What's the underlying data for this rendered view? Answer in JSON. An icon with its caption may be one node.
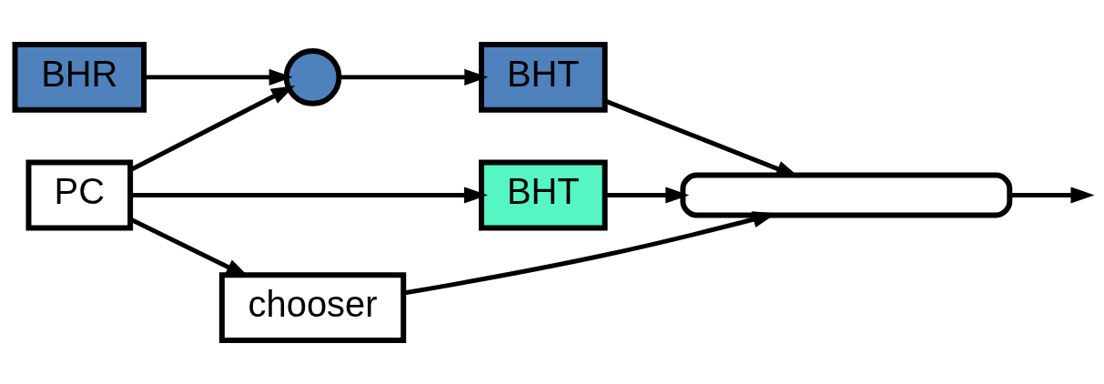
{
  "diagram": {
    "nodes": [
      {
        "text": [
          "PC"
        ]
      },
      {
        "text": [
          "BHR"
        ]
      },
      {
        "text": [],
        "shape": "circle"
      },
      {
        "text": [
          "BHT"
        ]
      },
      {
        "text": [
          "BHT"
        ]
      },
      {
        "text": [
          "chooser"
        ]
      },
      {
        "text": [],
        "shape": "oval"
      }
    ],
    "edges": [
      {
        "from": 0,
        "to": 2,
        "arrow": "to"
      },
      {
        "from": 1,
        "to": 2,
        "arrow": "to"
      },
      {
        "from": 2,
        "to": 3,
        "arrow": "to"
      },
      {
        "from": 0,
        "to": 4,
        "arrow": "to"
      },
      {
        "from": 0,
        "to": 5,
        "arrow": "to"
      },
      {
        "from": 3,
        "to": 6,
        "arrow": "to"
      },
      {
        "from": 4,
        "to": 6,
        "arrow": "to"
      },
      {
        "from": 5,
        "to": 6,
        "arrow": "to"
      },
      {
        "from": 6,
        "to": null,
        "arrow": "to"
      }
    ]
  }
}
